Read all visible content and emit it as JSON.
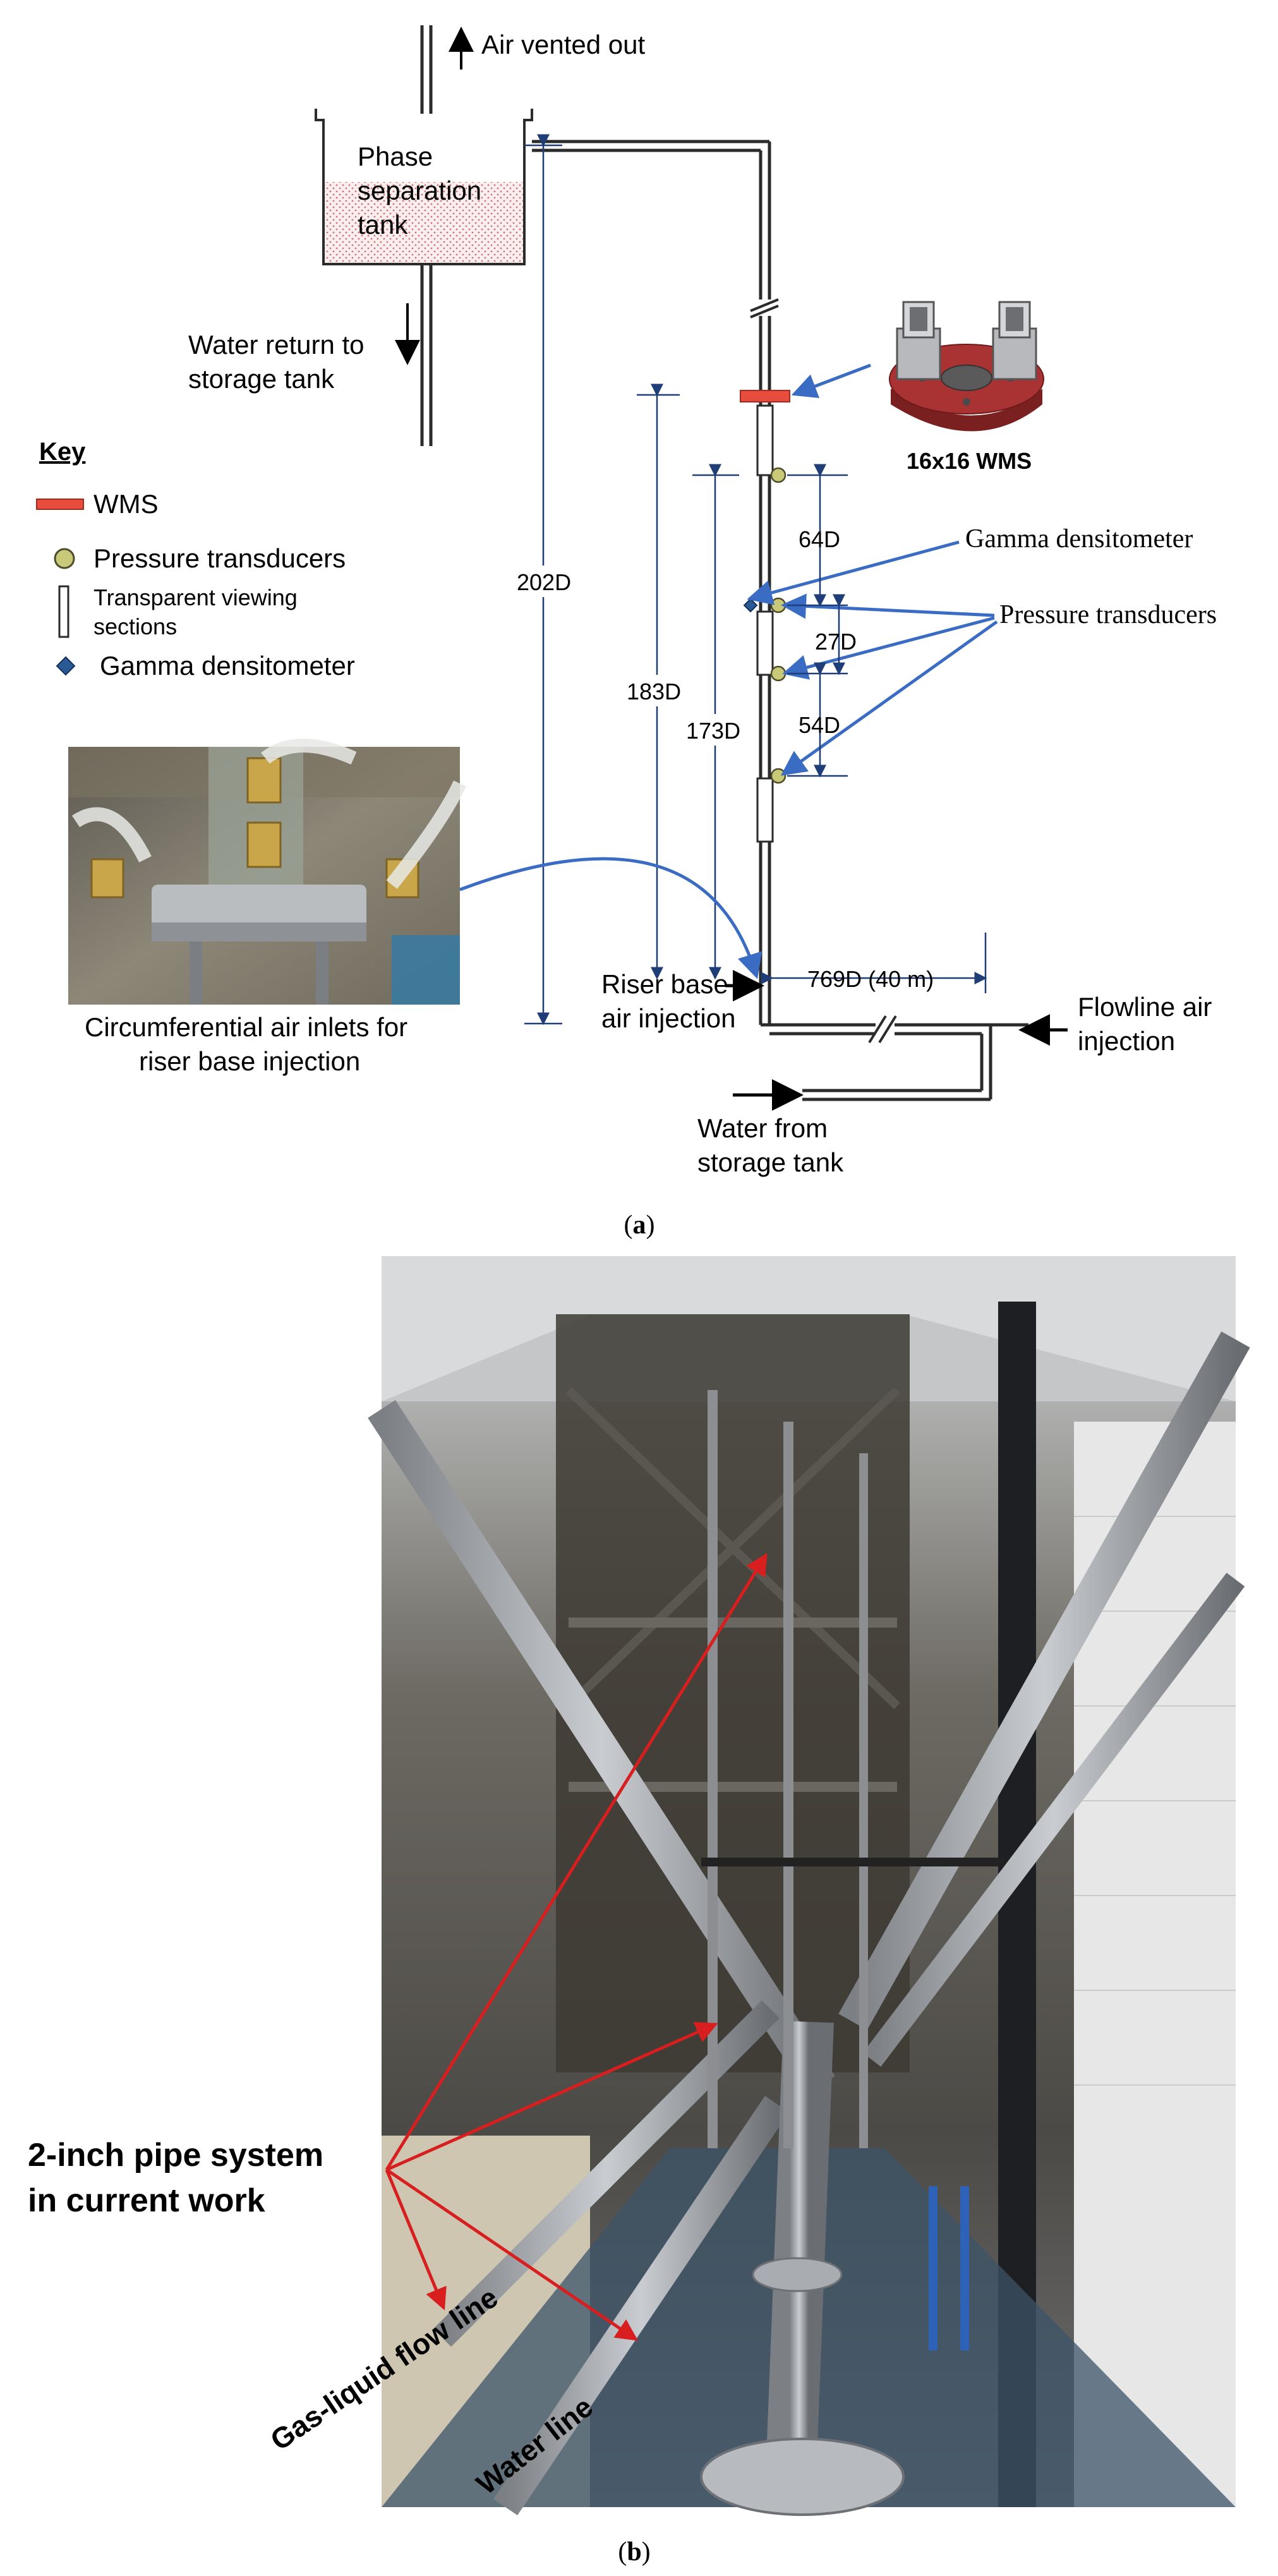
{
  "diagram_a": {
    "air_vented_out": "Air vented out",
    "tank_line1": "Phase",
    "tank_line2": "separation",
    "tank_line3": "tank",
    "water_return_line1": "Water return to",
    "water_return_line2": "storage tank",
    "key_title": "Key",
    "key_wms": "WMS",
    "key_pressure": "Pressure transducers",
    "key_transparent_line1": "Transparent viewing",
    "key_transparent_line2": "sections",
    "key_gamma": "Gamma densitometer",
    "wms_caption": "16x16 WMS",
    "label_gamma": "Gamma densitometer",
    "label_pressure": "Pressure transducers",
    "dim_202": "202D",
    "dim_183": "183D",
    "dim_173": "173D",
    "dim_64": "64D",
    "dim_27": "27D",
    "dim_54": "54D",
    "dim_769": "769D (40 m)",
    "riser_line1": "Riser base",
    "riser_line2": "air injection",
    "flowline_line1": "Flowline air",
    "flowline_line2": "injection",
    "water_from_line1": "Water from",
    "water_from_line2": "storage tank",
    "photo_caption_line1": "Circumferential air inlets for",
    "photo_caption_line2": "riser base injection",
    "caption": "a"
  },
  "photo_b": {
    "label_line1": "2-inch pipe system",
    "label_line2": "in current work",
    "gas_liquid": "Gas-liquid flow line",
    "water_line": "Water line",
    "caption": "b"
  },
  "colors": {
    "wms_red": "#e74c3c",
    "arrow_blue": "#3b6cc4",
    "annotation_red": "#d81e1e",
    "transducer_fill": "#c9c97a"
  }
}
